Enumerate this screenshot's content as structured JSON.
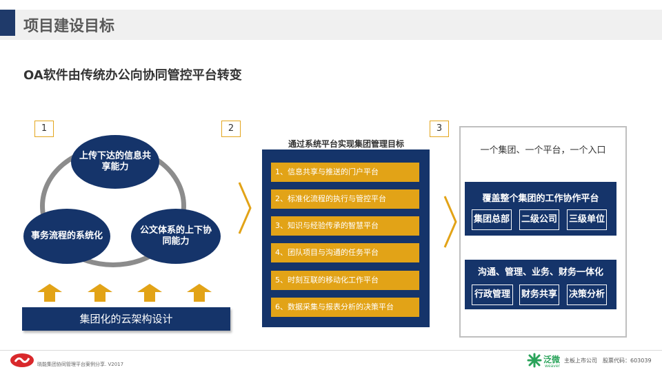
{
  "header": {
    "title": "项目建设目标"
  },
  "subtitle": "OA软件由传统办公向协同管控平台转变",
  "steps": [
    "1",
    "2",
    "3"
  ],
  "panel1": {
    "top_ellipse": "上传下达的信息共享能力",
    "left_ellipse": "事务流程的系统化",
    "right_ellipse": "公文体系的上下协同能力",
    "base_label": "集团化的云架构设计"
  },
  "panel2": {
    "caption": "通过系统平台实现集团管理目标",
    "items": [
      "1、信息共享与推送的门户平台",
      "2、标准化流程的执行与管控平台",
      "3、知识与经验传承的智慧平台",
      "4、团队项目与沟通的任务平台",
      "5、时刻互联的移动化工作平台",
      "6、数据采集与报表分析的决策平台"
    ]
  },
  "panel3": {
    "heading": "一个集团、一个平台，一个入口",
    "block1": {
      "title": "覆盖整个集团的工作协作平台",
      "chips": [
        "集团总部",
        "二级公司",
        "三级单位"
      ]
    },
    "block2": {
      "title": "沟通、管理、业务、财务一体化",
      "chips": [
        "行政管理",
        "财务共享",
        "决策分析"
      ]
    }
  },
  "footer": {
    "left_text": "晓能集团协同管理平台案例分享. V2017",
    "brand": "泛微",
    "brand_sub": "weaver",
    "right_text": "主板上市公司　股票代码：603039"
  },
  "colors": {
    "navy": "#15346a",
    "gold": "#e2a317",
    "gray": "#8c8c8c"
  }
}
